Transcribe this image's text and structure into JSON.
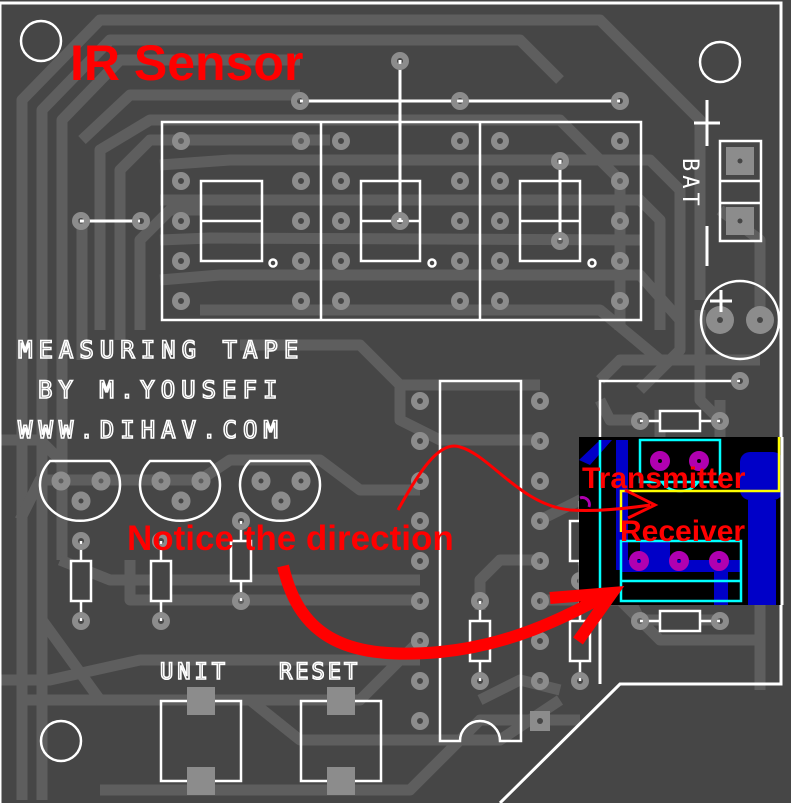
{
  "title": "IR Sensor",
  "silkscreen": {
    "line1": "MEASURING TAPE",
    "line2": "BY M.YOUSEFI",
    "line3": "WWW.DIHAV.COM",
    "battery_label": "BAT",
    "button_unit": "UNIT",
    "button_reset": "RESET",
    "plus_sign": "+",
    "minus_sign": "−"
  },
  "annotations": {
    "notice": "Notice the direction",
    "transmitter": "Transmitter",
    "receiver": "Receiver"
  },
  "colors": {
    "board": "#464646",
    "trace": "#5e5e5e",
    "pad": "#8c8c8c",
    "silkscreen": "#ffffff",
    "annotation": "#ff0000",
    "highlight_bg": "#000000",
    "copper_bottom": "#0000c8",
    "outline_component": "#00ffff",
    "outline_select": "#ffff00",
    "via": "#b000b0"
  },
  "components": {
    "seven_segment_displays": 3,
    "ic_pins_per_side": 9,
    "transistors": 3,
    "push_buttons": [
      "UNIT",
      "RESET"
    ]
  }
}
